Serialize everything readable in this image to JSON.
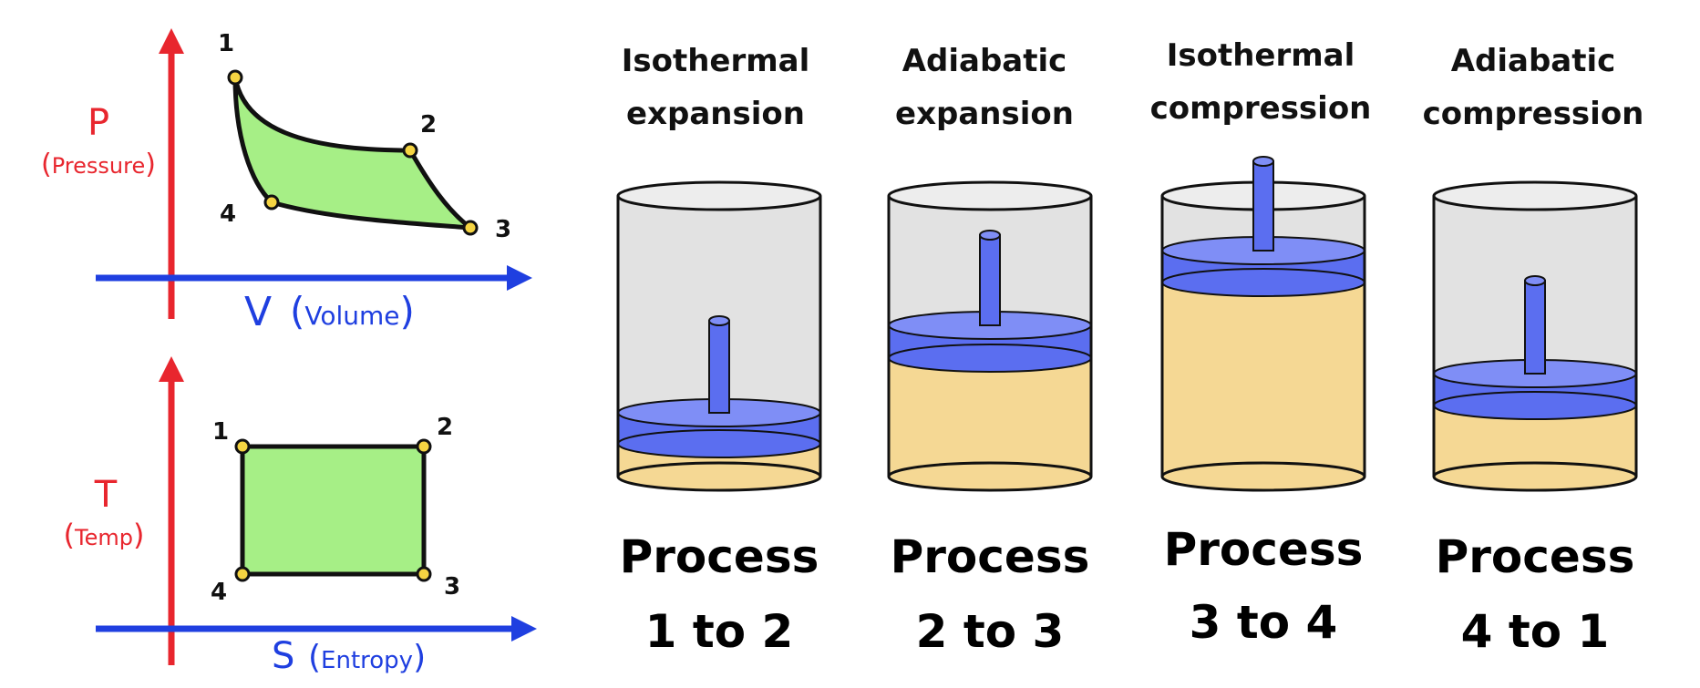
{
  "pv_diagram": {
    "y_symbol": "P",
    "y_name": "Pressure",
    "x_symbol": "V",
    "x_name": "Volume",
    "points": [
      "1",
      "2",
      "3",
      "4"
    ]
  },
  "ts_diagram": {
    "y_symbol": "T",
    "y_name": "Temp",
    "x_symbol": "S",
    "x_name": "Entropy",
    "points": [
      "1",
      "2",
      "3",
      "4"
    ]
  },
  "stages": [
    {
      "title_line1": "Isothermal",
      "title_line2": "expansion",
      "process_line1": "Process",
      "process_line2": "1 to 2"
    },
    {
      "title_line1": "Adiabatic",
      "title_line2": "expansion",
      "process_line1": "Process",
      "process_line2": "2 to 3"
    },
    {
      "title_line1": "Isothermal",
      "title_line2": "compression",
      "process_line1": "Process",
      "process_line2": "3 to 4"
    },
    {
      "title_line1": "Adiabatic",
      "title_line2": "compression",
      "process_line1": "Process",
      "process_line2": "4 to 1"
    }
  ],
  "colors": {
    "axis_red": "#e8262e",
    "axis_blue": "#1f3fe0",
    "cycle_fill": "#a6ef86",
    "point_fill": "#f5d442",
    "cylinder_fill": "#e2e2e2",
    "gas_fill": "#f5d894",
    "piston_fill": "#6678f2"
  }
}
